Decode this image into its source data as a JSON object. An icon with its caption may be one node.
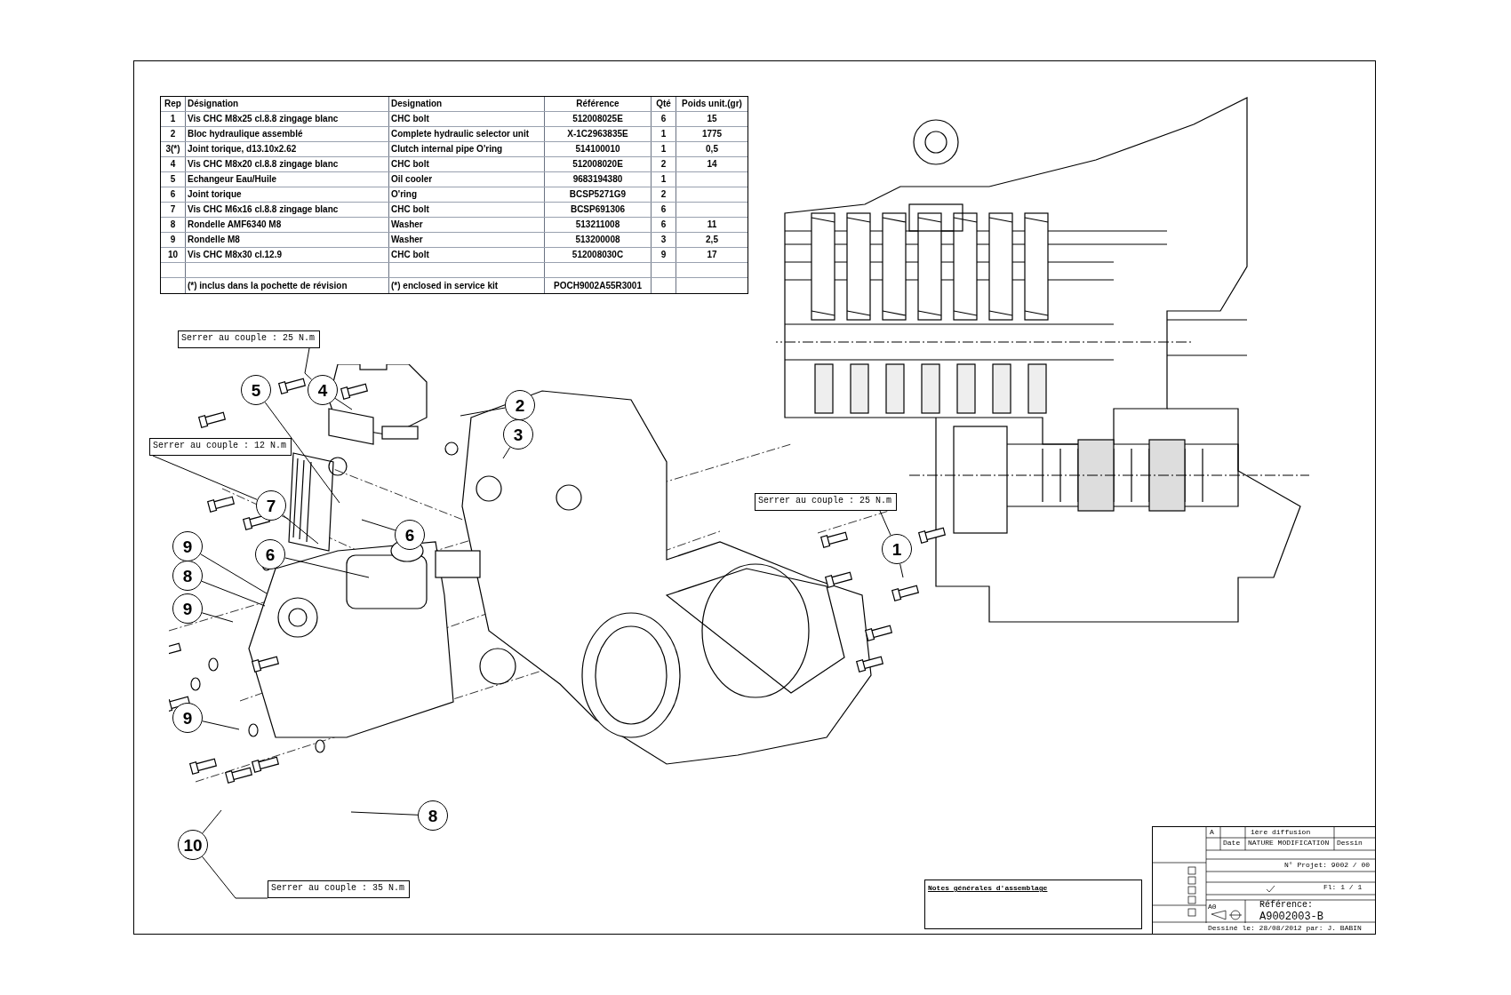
{
  "diagram": {
    "nodes": [
      {
        "text": [
          "Serrer au couple : 25 N.m"
        ]
      },
      {
        "text": [
          "5"
        ]
      },
      {
        "text": [
          "4"
        ]
      },
      {
        "text": [
          "2"
        ]
      },
      {
        "text": [
          "Serrer au couple : 12 N.m"
        ]
      },
      {
        "text": [
          "3"
        ]
      },
      {
        "text": [
          "Serrer au couple : 25 N.m"
        ]
      },
      {
        "text": [
          "7"
        ]
      },
      {
        "text": [
          "6"
        ]
      },
      {
        "text": [
          "9"
        ]
      },
      {
        "text": [
          "1"
        ]
      },
      {
        "text": [
          "6"
        ]
      },
      {
        "text": [
          "8"
        ]
      },
      {
        "text": [
          "9"
        ]
      },
      {
        "text": [
          "9"
        ]
      },
      {
        "text": [
          "8"
        ]
      },
      {
        "text": [
          "10"
        ]
      },
      {
        "text": [
          "Serrer au couple : 35 N.m"
        ]
      }
    ],
    "edges": [
      {
        "from": 0,
        "to": 2,
        "arrow": "none"
      },
      {
        "from": 4,
        "to": 7,
        "arrow": "none"
      },
      {
        "from": 6,
        "to": 10,
        "arrow": "none"
      },
      {
        "from": 17,
        "to": 16,
        "arrow": "none"
      },
      {
        "from": 1,
        "to": null,
        "arrow": "none"
      },
      {
        "from": 2,
        "to": null,
        "arrow": "none"
      },
      {
        "from": 3,
        "to": null,
        "arrow": "none"
      },
      {
        "from": 5,
        "to": null,
        "arrow": "none"
      },
      {
        "from": 7,
        "to": null,
        "arrow": "none"
      },
      {
        "from": 8,
        "to": null,
        "arrow": "none"
      },
      {
        "from": 9,
        "to": null,
        "arrow": "none"
      },
      {
        "from": 10,
        "to": null,
        "arrow": "none"
      },
      {
        "from": 11,
        "to": null,
        "arrow": "none"
      },
      {
        "from": 12,
        "to": null,
        "arrow": "none"
      },
      {
        "from": 13,
        "to": null,
        "arrow": "none"
      },
      {
        "from": 14,
        "to": null,
        "arrow": "none"
      },
      {
        "from": 15,
        "to": null,
        "arrow": "none"
      },
      {
        "from": 16,
        "to": null,
        "arrow": "none"
      }
    ],
    "labels": [
      "Rep",
      "Désignation",
      "Designation",
      "Référence",
      "Qté",
      "Poids unit.(gr)",
      "1",
      "Vis CHC M8x25 cl.8.8 zingage blanc",
      "CHC bolt",
      "512008025E",
      "6",
      "15",
      "2",
      "Bloc hydraulique assemblé",
      "Complete hydraulic selector unit",
      "X-1C2963835E",
      "1",
      "1775",
      "3(*)",
      "Joint torique, d13.10x2.62",
      "Clutch internal pipe O'ring",
      "514100010",
      "1",
      "0,5",
      "4",
      "Vis CHC M8x20 cl.8.8 zingage blanc",
      "CHC bolt",
      "512008020E",
      "2",
      "14",
      "5",
      "Echangeur Eau/Huile",
      "Oil cooler",
      "9683194380",
      "1",
      "6",
      "Joint torique",
      "O'ring",
      "BCSP5271G9",
      "2",
      "7",
      "Vis CHC M6x16 cl.8.8 zingage blanc",
      "CHC bolt",
      "BCSP691306",
      "6",
      "8",
      "Rondelle AMF6340 M8",
      "Washer",
      "513211008",
      "6",
      "11",
      "9",
      "Rondelle M8",
      "Washer",
      "513200008",
      "3",
      "2,5",
      "10",
      "Vis CHC M8x30 cl.12.9",
      "CHC bolt",
      "512008030C",
      "9",
      "17",
      "(*) inclus dans la pochette de révision",
      "(*) enclosed in service kit",
      "POCH9002A55R3001",
      "A",
      "1ère diffusion",
      "Date",
      "NATURE MODIFICATION",
      "Dessin",
      "N° Projet: 9002 / 00",
      "Fl: 1 / 1",
      "A0",
      "Référence:",
      "A9002003-B",
      "Dessiné le: 28/08/2012 par: J. BABIN",
      "Notes générales d'assemblage"
    ]
  }
}
